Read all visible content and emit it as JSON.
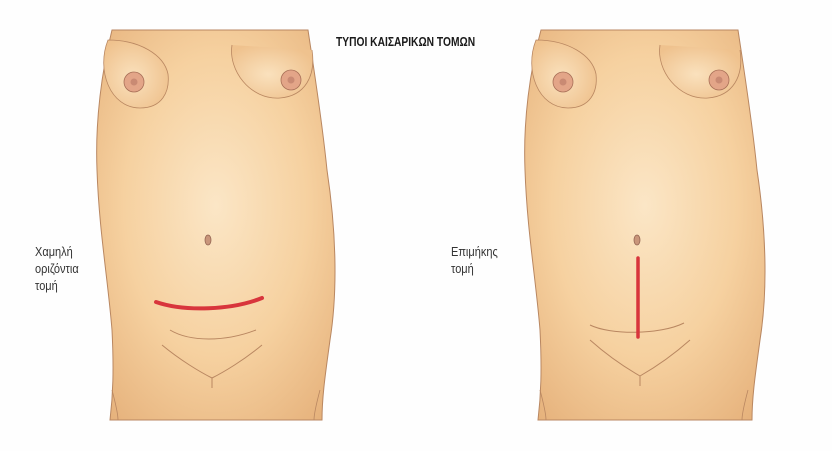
{
  "title": "ΤΥΠΟΙ ΚΑΙΣΑΡΙΚΩΝ ΤΟΜΩΝ",
  "left_figure": {
    "label_lines": [
      "Χαμηλή",
      "οριζόντια",
      "τομή"
    ]
  },
  "right_figure": {
    "label_lines": [
      "Επιμήκης",
      "τομή"
    ]
  },
  "colors": {
    "skin": "#f7d6a6",
    "skin_shade": "#e8b57e",
    "outline": "#9c6f4e",
    "incision": "#d8353c"
  }
}
